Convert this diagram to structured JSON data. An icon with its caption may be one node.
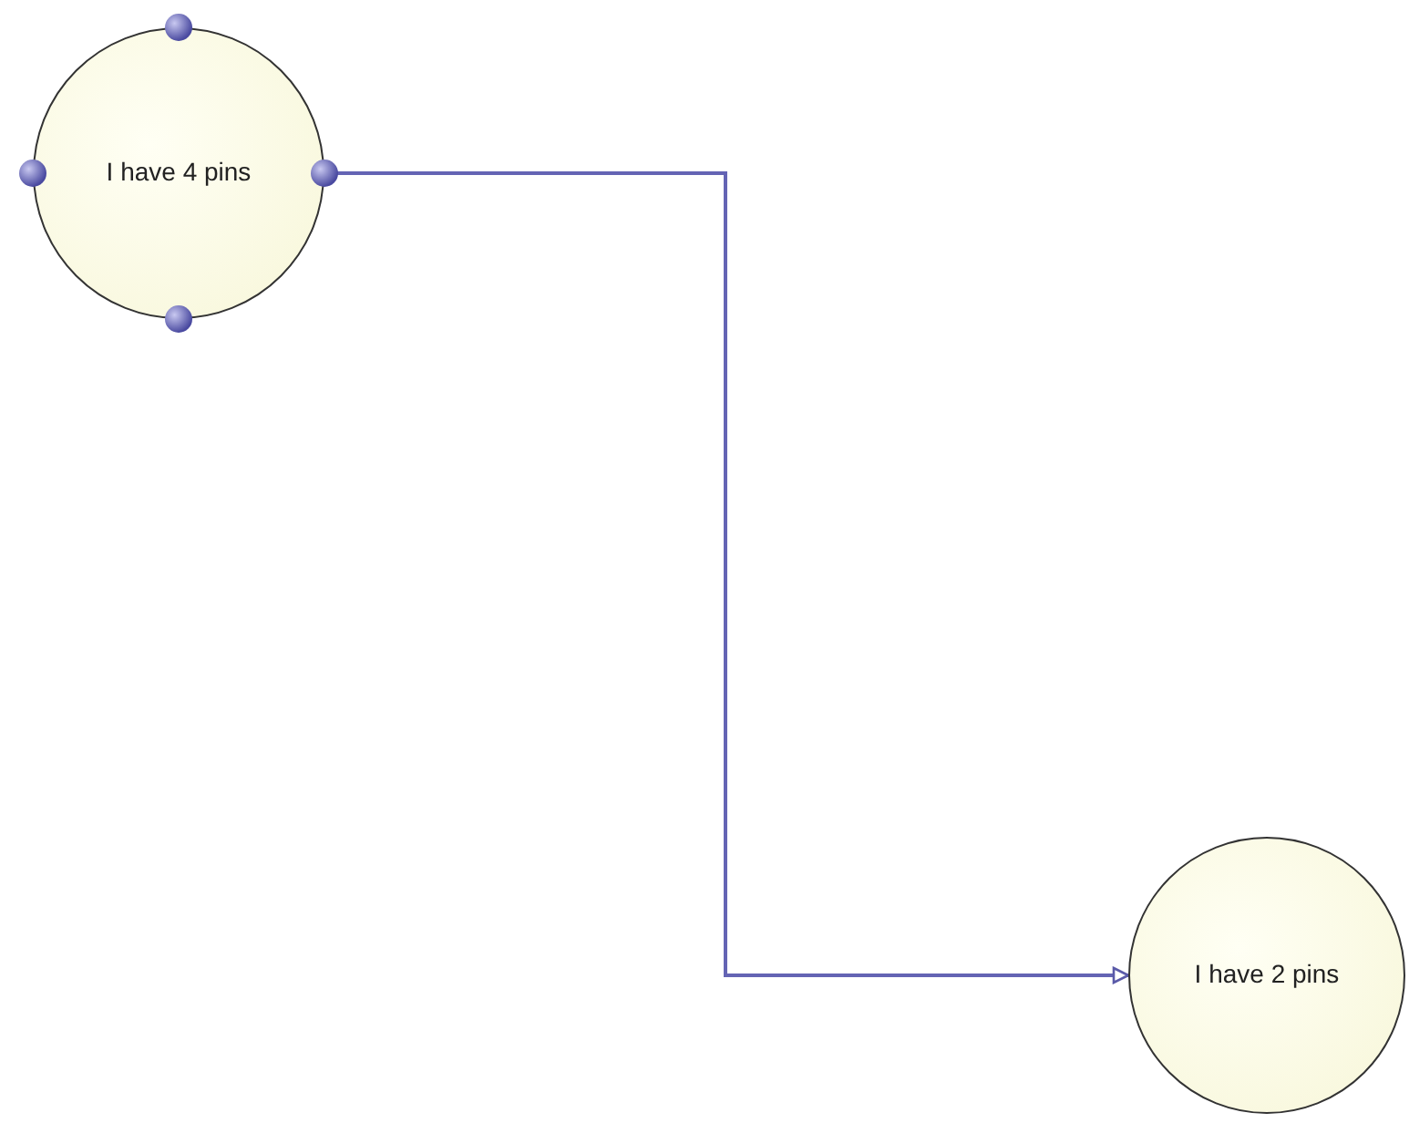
{
  "diagram": {
    "nodes": [
      {
        "text": [
          "I have 4 pins"
        ]
      },
      {
        "text": [
          "I have 2 pins"
        ]
      }
    ],
    "edges": [
      {
        "from": 0,
        "to": 1,
        "arrow": "to"
      }
    ]
  }
}
